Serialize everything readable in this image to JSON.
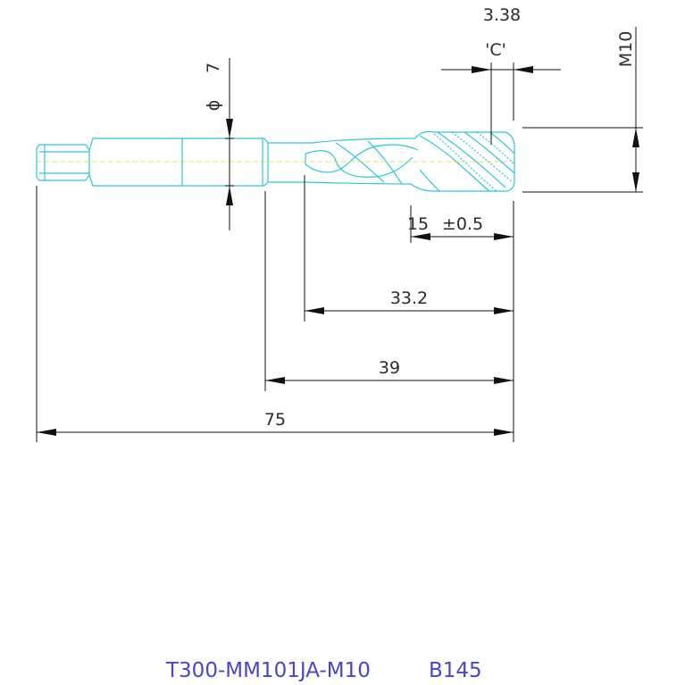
{
  "drawing": {
    "colors": {
      "tool": "#2ec7d6",
      "centerline": "#d9d24a",
      "dimension": "#111111",
      "footer": "#4a45c9"
    },
    "dimensions": {
      "dia_symbol": "ϕ",
      "dia_value": "7",
      "pitch_value": "3.38",
      "pitch_label": "'C'",
      "thread_label": "M10",
      "length_15": "15",
      "tolerance": "±0.5",
      "length_33": "33.2",
      "length_39": "39",
      "length_75": "75"
    },
    "footer": {
      "part_number": "T300-MM101JA-M10",
      "code": "B145"
    }
  }
}
